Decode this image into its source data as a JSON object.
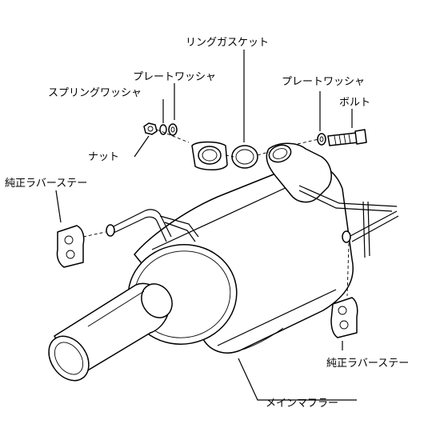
{
  "labels": {
    "ring_gasket": "リングガスケット",
    "plate_washer_left": "プレートワッシャ",
    "plate_washer_right": "プレートワッシャ",
    "spring_washer": "スプリングワッシャ",
    "bolt": "ボルト",
    "nut": "ナット",
    "rubber_stay_left": "純正ラバーステー",
    "rubber_stay_right": "純正ラバーステー",
    "main_muffler": "メインマフラー"
  }
}
